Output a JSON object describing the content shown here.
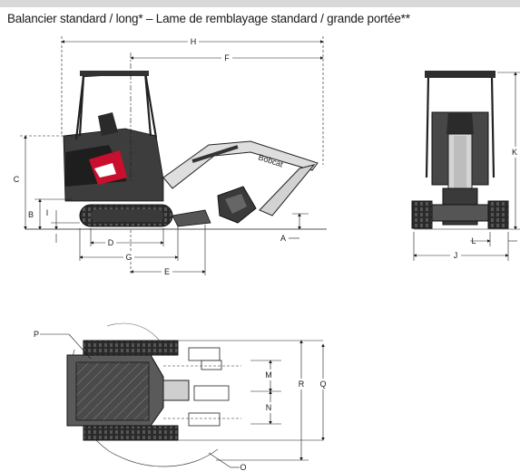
{
  "title": "Balancier standard / long* – Lame de remblayage standard / grande portée**",
  "brand": "Bobcat",
  "colors": {
    "accent": "#c8102e",
    "machine": "#3a3a3a",
    "dimension_line": "#1a1a1a"
  },
  "dimension_labels": {
    "A": "A",
    "B": "B",
    "C": "C",
    "D": "D",
    "E": "E",
    "F": "F",
    "G": "G",
    "H": "H",
    "I": "I",
    "J": "J",
    "K": "K",
    "L": "L",
    "M": "M",
    "N": "N",
    "O": "O",
    "P": "P",
    "Q": "Q",
    "R": "R"
  }
}
